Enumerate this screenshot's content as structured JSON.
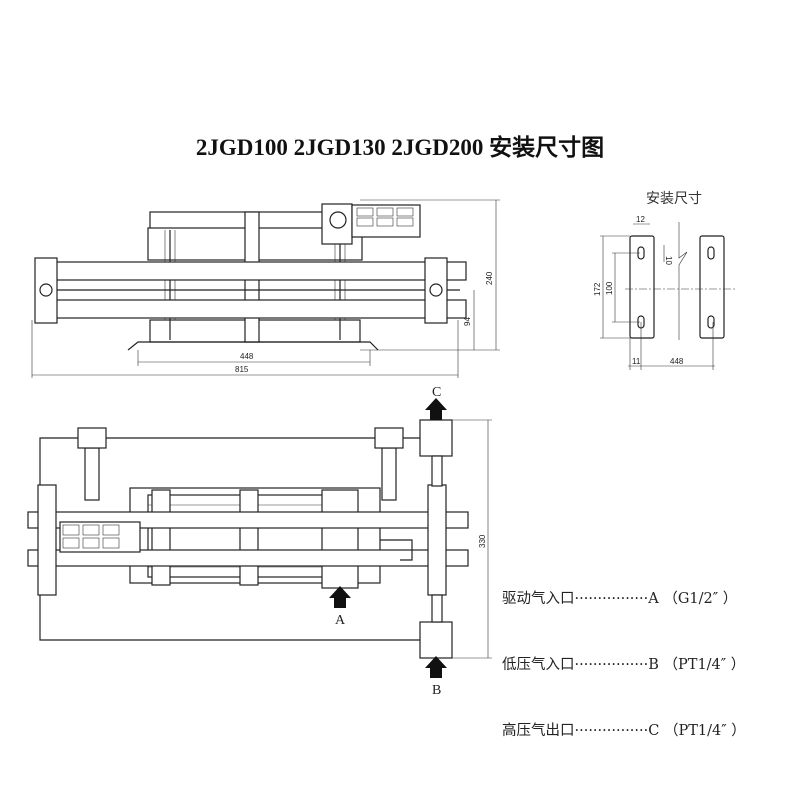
{
  "title": "2JGD100  2JGD130  2JGD200 安装尺寸图",
  "front_view": {
    "dims": {
      "height": "240",
      "lower": "94",
      "base": "448",
      "overall": "815"
    }
  },
  "mount_view": {
    "title": "安装尺寸",
    "dims": {
      "slot_w": "12",
      "slot_h": "10",
      "height": "172",
      "hole_pitch": "100",
      "edge": "11",
      "spacing": "448"
    }
  },
  "top_view": {
    "dims": {
      "height": "330"
    },
    "ports": {
      "a": "A",
      "b": "B",
      "c": "C"
    }
  },
  "legend": [
    {
      "name": "驱动气入口",
      "dots": "················",
      "port": "A",
      "spec": "（G1/2″ ）"
    },
    {
      "name": "低压气入口",
      "dots": "················",
      "port": "B",
      "spec": "（PT1/4″ ）"
    },
    {
      "name": "高压气出口",
      "dots": "················",
      "port": "C",
      "spec": "（PT1/4″ ）"
    }
  ]
}
